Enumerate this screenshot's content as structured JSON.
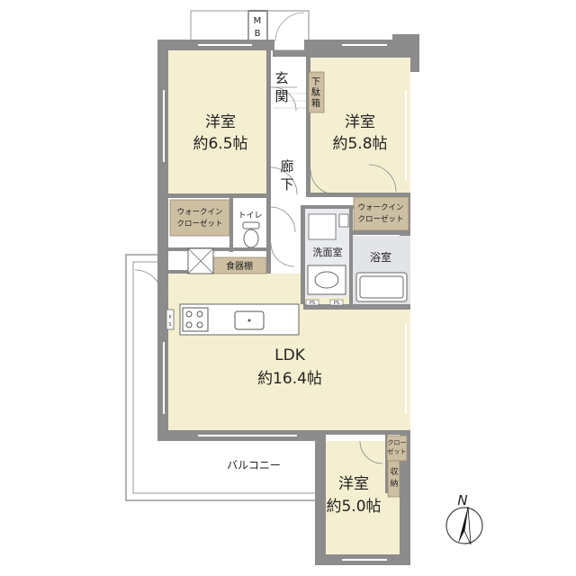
{
  "plan": {
    "rooms": {
      "western_a": {
        "name": "洋室",
        "size": "約6.5帖"
      },
      "western_b": {
        "name": "洋室",
        "size": "約5.8帖"
      },
      "western_c": {
        "name": "洋室",
        "size": "約5.0帖"
      },
      "ldk": {
        "name": "LDK",
        "size": "約16.4帖"
      }
    },
    "labels": {
      "entrance_1": "玄",
      "entrance_2": "関",
      "shoe_1": "下",
      "shoe_2": "駄",
      "shoe_3": "箱",
      "corridor_1": "廊",
      "corridor_2": "下",
      "wic_a_1": "ウォークイン",
      "wic_a_2": "クローゼット",
      "wic_b_1": "ウォークイン",
      "wic_b_2": "クローゼット",
      "toilet": "トイレ",
      "washroom": "洗面室",
      "bath": "浴室",
      "cupboard": "食器棚",
      "balcony": "バルコニー",
      "closet_1": "クロー",
      "closet_2": "ゼット",
      "storage_1": "収",
      "storage_2": "納",
      "mb_1": "M",
      "mb_2": "B",
      "ps_1": "P",
      "ps_2": "S",
      "ps_small": "PS",
      "north": "N"
    },
    "colors": {
      "wall": "#8c8c8c",
      "floor": "#f4efd0",
      "closet": "#cdbfa2",
      "wet": "#e2e4e8"
    }
  }
}
